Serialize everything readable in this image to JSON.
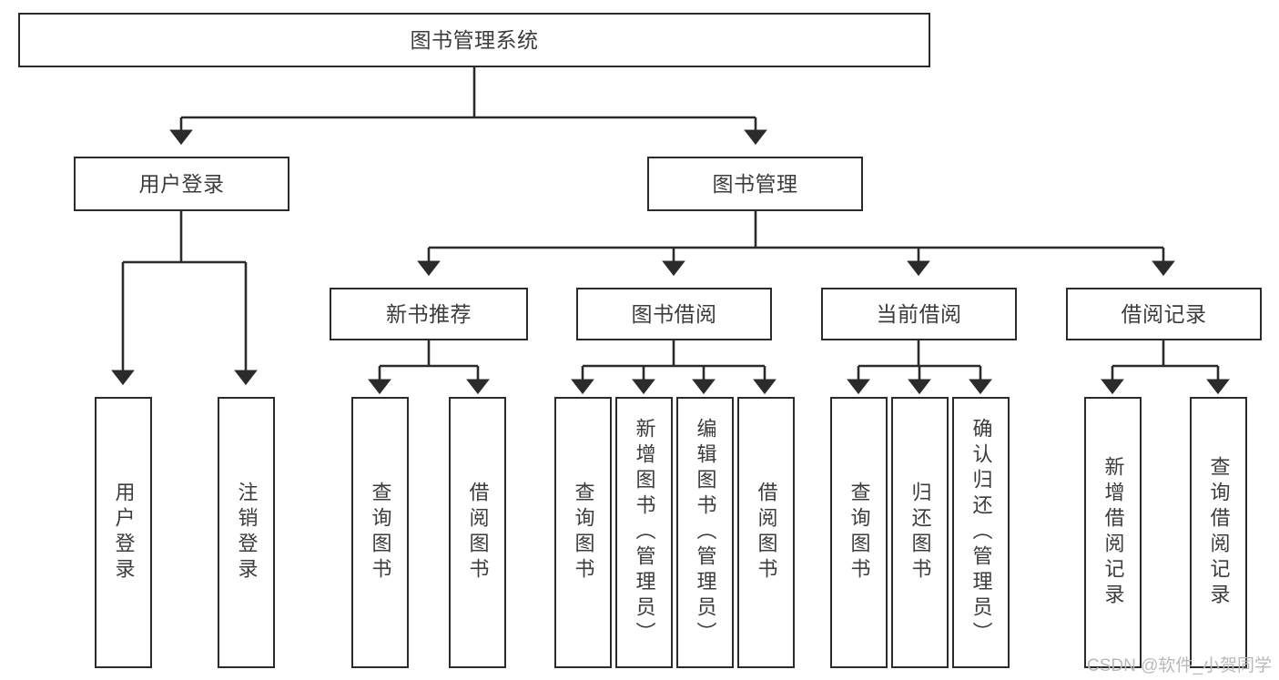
{
  "diagram": {
    "type": "tree",
    "title": "图书管理系统",
    "orientation": "top-down",
    "colors": {
      "box_border": "#2b2b2b",
      "box_fill": "#ffffff",
      "text": "#3c3c3c",
      "edge": "#2b2b2b",
      "watermark": "#b9b9b9"
    },
    "nodes": {
      "root": {
        "label": "图书管理系统"
      },
      "level2": [
        {
          "label": "用户登录"
        },
        {
          "label": "图书管理"
        }
      ],
      "level3": [
        {
          "label": "新书推荐"
        },
        {
          "label": "图书借阅"
        },
        {
          "label": "当前借阅"
        },
        {
          "label": "借阅记录"
        }
      ],
      "leaves_user_login": [
        {
          "label": "用户登录"
        },
        {
          "label": "注销登录"
        }
      ],
      "leaves_new_books": [
        {
          "label": "查询图书"
        },
        {
          "label": "借阅图书"
        }
      ],
      "leaves_borrow": [
        {
          "label": "查询图书"
        },
        {
          "label": "新增图书（管理员）"
        },
        {
          "label": "编辑图书（管理员）"
        },
        {
          "label": "借阅图书"
        }
      ],
      "leaves_current": [
        {
          "label": "查询图书"
        },
        {
          "label": "归还图书"
        },
        {
          "label": "确认归还（管理员）"
        }
      ],
      "leaves_records": [
        {
          "label": "新增借阅记录"
        },
        {
          "label": "查询借阅记录"
        }
      ]
    }
  },
  "watermark": {
    "text": "CSDN @软件_小贺同学"
  }
}
